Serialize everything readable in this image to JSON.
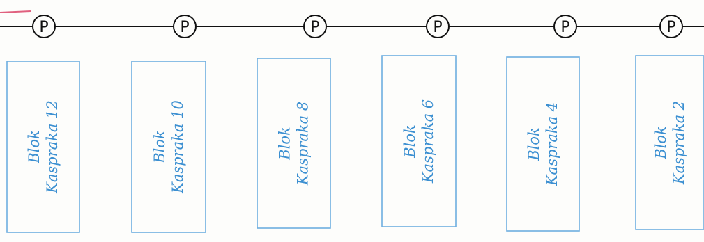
{
  "diagram": {
    "colors": {
      "line": "#111111",
      "accent_line": "#e0607e",
      "box": "#6eaee0",
      "text": "#3b8fd1",
      "paper": "#fdfdfb"
    },
    "nodes": [
      {
        "label": "P"
      },
      {
        "label": "P"
      },
      {
        "label": "P"
      },
      {
        "label": "P"
      },
      {
        "label": "P"
      },
      {
        "label": "P"
      }
    ],
    "blocks": [
      {
        "line1": "Blok",
        "line2": "Kaspraka 12"
      },
      {
        "line1": "Blok",
        "line2": "Kaspraka 10"
      },
      {
        "line1": "Blok",
        "line2": "Kaspraka 8"
      },
      {
        "line1": "Blok",
        "line2": "Kaspraka 6"
      },
      {
        "line1": "Blok",
        "line2": "Kaspraka 4"
      },
      {
        "line1": "Blok",
        "line2": "Kaspraka 2"
      }
    ]
  }
}
